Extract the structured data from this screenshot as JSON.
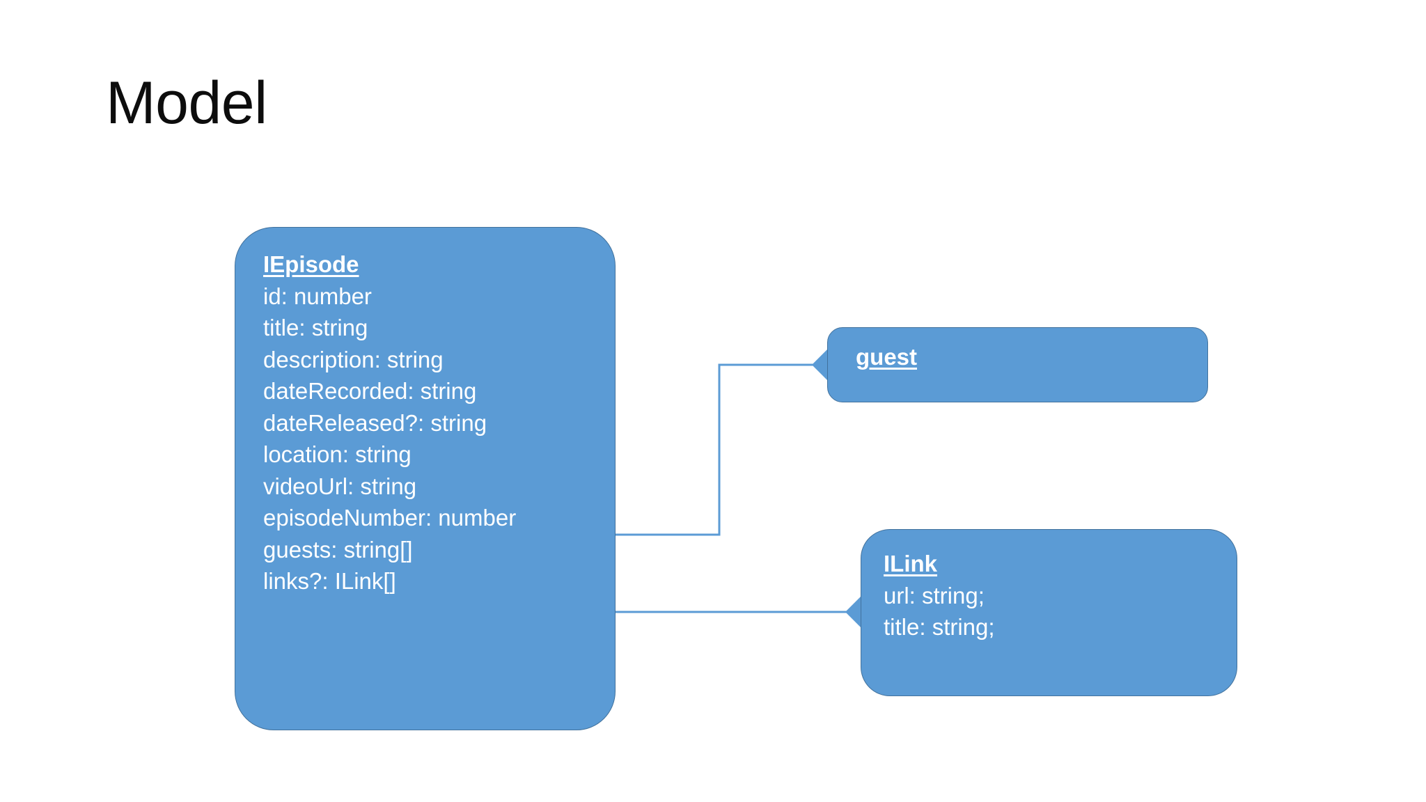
{
  "slide": {
    "title": "Model",
    "background_color": "#ffffff",
    "title_color": "#0d0d0d"
  },
  "theme": {
    "box_fill": "#5b9bd5",
    "box_border": "#41719c",
    "connector_color": "#5b9bd5",
    "text_color": "#ffffff"
  },
  "diagram": {
    "type": "class-diagram",
    "boxes": [
      {
        "id": "iepisode",
        "title": "IEpisode",
        "fields": [
          "id: number",
          "title: string",
          "description: string",
          "dateRecorded: string",
          "dateReleased?: string",
          "location: string",
          "videoUrl: string",
          "episodeNumber: number",
          "guests: string[]",
          "links?: ILink[]"
        ]
      },
      {
        "id": "guest",
        "title": "guest",
        "fields": []
      },
      {
        "id": "ilink",
        "title": "ILink",
        "fields": [
          "url: string;",
          "title: string;"
        ]
      }
    ],
    "connectors": [
      {
        "from": "iepisode",
        "to": "guest",
        "style": "elbow-arrow"
      },
      {
        "from": "iepisode",
        "to": "ilink",
        "style": "straight-arrow"
      }
    ]
  }
}
